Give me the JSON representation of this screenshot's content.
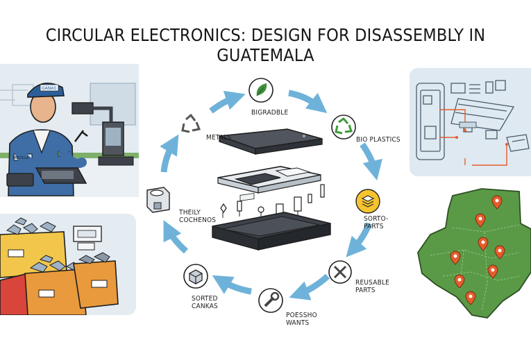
{
  "title": "CIRCULAR ELECTRONICS: DESIGN FOR DISASSEMBLY IN GUATEMALA",
  "colors": {
    "arrow": "#6fb2d9",
    "panel_bg": "#dfe9f1",
    "map_green": "#5a9a47",
    "pin": "#e35d2c",
    "device_dark": "#3d4149",
    "bin_orange": "#e99a3c",
    "bin_yellow": "#f2c64a"
  },
  "cycle_nodes": [
    {
      "id": "metals",
      "icon": "recycle-icon",
      "label_lines": [
        "METALS"
      ]
    },
    {
      "id": "biodegradable",
      "icon": "leaf-icon",
      "label_lines": [
        "BIGRADBLE"
      ]
    },
    {
      "id": "bio-plastics",
      "icon": "recycle-icon",
      "label_lines": [
        "BIO PLASTICS"
      ]
    },
    {
      "id": "sorted-parts",
      "icon": "layers-icon",
      "label_lines": [
        "SORTO-",
        "PARTS"
      ]
    },
    {
      "id": "reusable-parts",
      "icon": "tools-icon",
      "label_lines": [
        "REUSABLE",
        "PARTS"
      ]
    },
    {
      "id": "processed-wants",
      "icon": "wrench-icon",
      "label_lines": [
        "POESSHO",
        "WANTS"
      ]
    },
    {
      "id": "sorted-cankas",
      "icon": "box-icon",
      "label_lines": [
        "SORTED",
        "CANKAS"
      ]
    },
    {
      "id": "thefly-cochenos",
      "icon": "module-icon",
      "label_lines": [
        "THEILY",
        "COCHENOS"
      ]
    }
  ],
  "worker_cap_text": "GANAS",
  "vest_patch_text": "RECICLA"
}
